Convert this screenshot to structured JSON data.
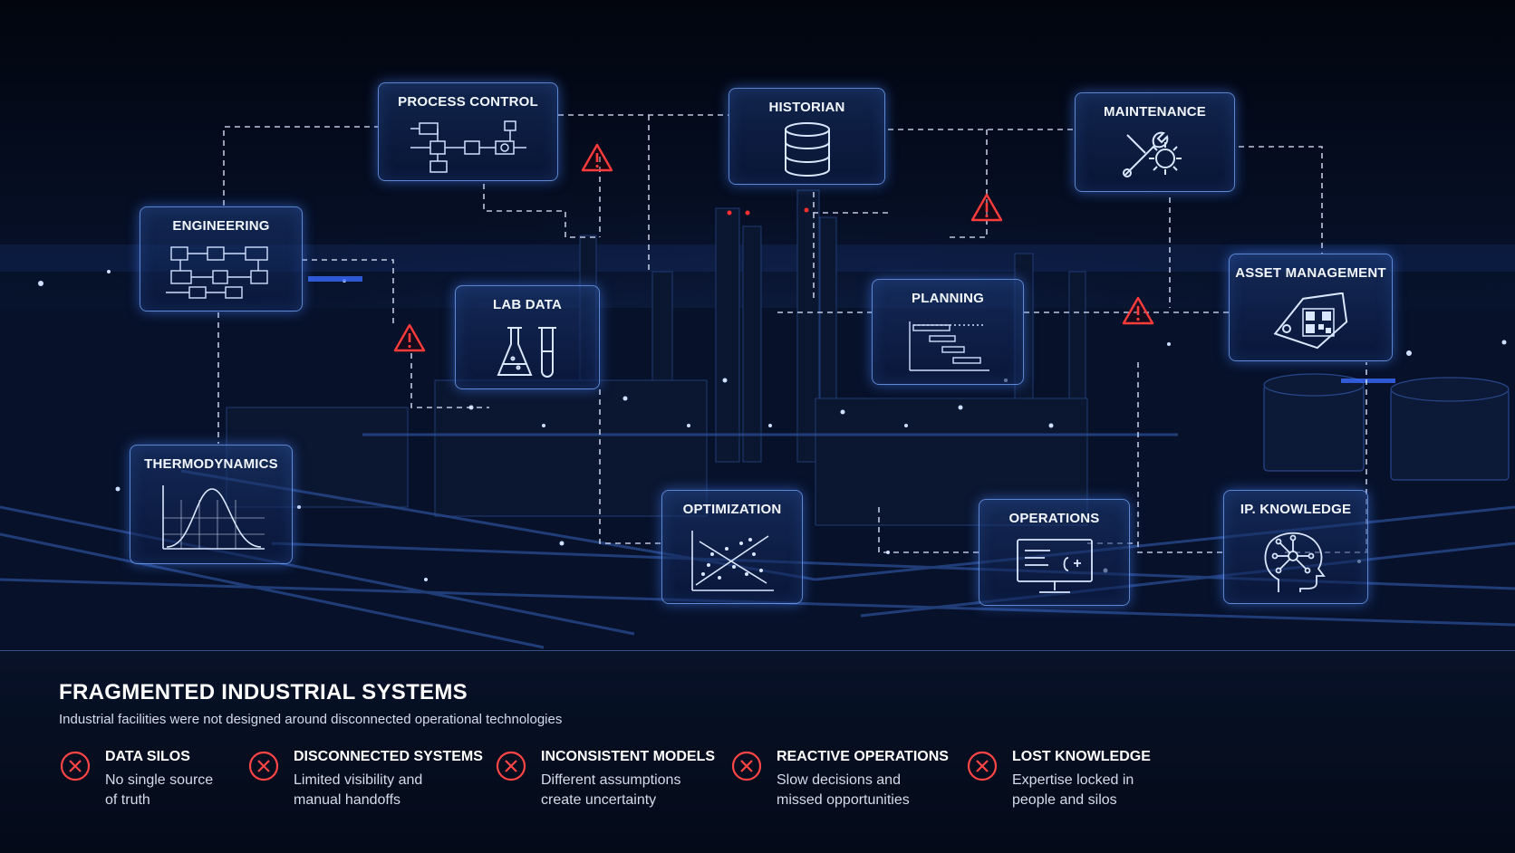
{
  "colors": {
    "accent": "#7fb2ff",
    "warning": "#ff3b3b",
    "background": "#030814"
  },
  "systems": {
    "process_control": {
      "label": "PROCESS CONTROL",
      "icon": "process-flow-diagram-icon"
    },
    "historian": {
      "label": "HISTORIAN",
      "icon": "database-icon"
    },
    "maintenance": {
      "label": "MAINTENANCE",
      "icon": "wrench-gear-icon"
    },
    "engineering": {
      "label": "ENGINEERING",
      "icon": "schematic-icon"
    },
    "lab_data": {
      "label": "LAB DATA",
      "icon": "lab-flask-icon"
    },
    "planning": {
      "label": "PLANNING",
      "icon": "gantt-chart-icon"
    },
    "asset_management": {
      "label": "ASSET MANAGEMENT",
      "icon": "qr-tag-icon"
    },
    "thermodynamics": {
      "label": "THERMODYNAMICS",
      "icon": "bell-curve-icon"
    },
    "optimization": {
      "label": "OPTIMIZATION",
      "icon": "scatter-plot-icon"
    },
    "operations": {
      "label": "OPERATIONS",
      "icon": "monitor-icon"
    },
    "ip_knowledge": {
      "label": "IP. KNOWLEDGE",
      "icon": "head-network-icon"
    }
  },
  "panel": {
    "title": "FRAGMENTED INDUSTRIAL SYSTEMS",
    "subtitle": "Industrial facilities were not designed around disconnected operational technologies",
    "issues": [
      {
        "title": "DATA SILOS",
        "line1": "No single source",
        "line2": "of truth"
      },
      {
        "title": "DISCONNECTED SYSTEMS",
        "line1": "Limited visibility and",
        "line2": "manual handoffs"
      },
      {
        "title": "INCONSISTENT MODELS",
        "line1": "Different assumptions",
        "line2": "create uncertainty"
      },
      {
        "title": "REACTIVE OPERATIONS",
        "line1": "Slow decisions and",
        "line2": "missed opportunities"
      },
      {
        "title": "LOST KNOWLEDGE",
        "line1": "Expertise locked in",
        "line2": "people and silos"
      }
    ]
  }
}
